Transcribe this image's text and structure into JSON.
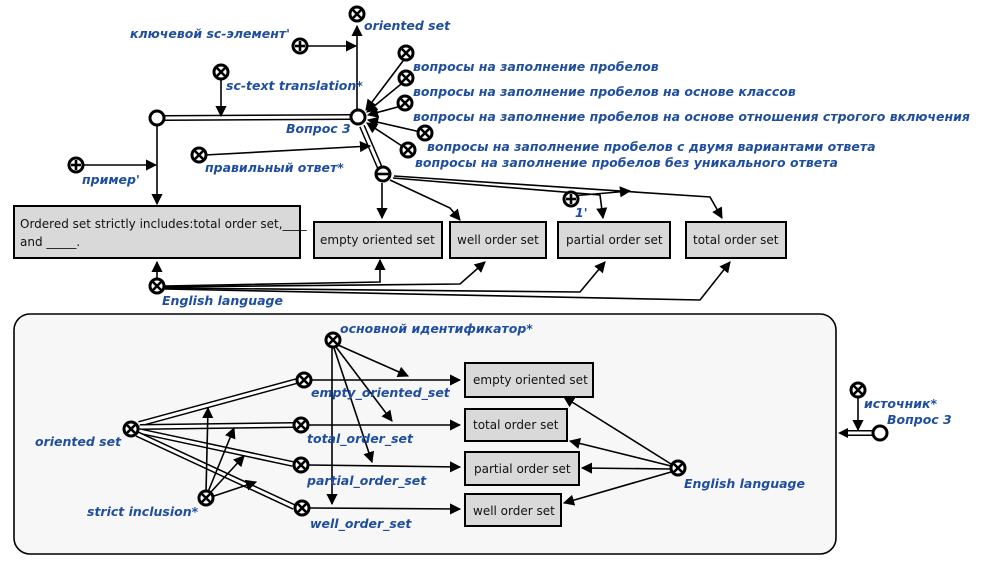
{
  "labels": {
    "key_sc_element": "ключевой sc-элемент'",
    "oriented_set_top": "oriented set",
    "sc_text_translation": "sc-text translation*",
    "q_fill_gaps": "вопросы на заполнение пробелов",
    "q_fill_gaps_classes": "вопросы на заполнение пробелов на основе классов",
    "q_fill_gaps_strict": "вопросы на заполнение пробелов на основе отношения строгого включения",
    "q_fill_gaps_two": "вопросы на заполнение пробелов с двумя вариантами ответа",
    "q_fill_gaps_nonunique": "вопросы на заполнение пробелов без уникального ответа",
    "question3": "Вопрос 3",
    "correct_answer": "правильный ответ*",
    "example": "пример'",
    "one": "1'",
    "english_top": "English language",
    "main_identifier": "основной идентификатор*",
    "oriented_set_left": "oriented set",
    "strict_inclusion": "strict inclusion*",
    "id_empty": "empty_oriented_set",
    "id_total": "total_order_set",
    "id_partial": "partial_order_set",
    "id_well": "well_order_set",
    "english_right": "English language",
    "source": "источник*",
    "question3_right": "Вопрос 3"
  },
  "boxes": {
    "question_text_line1": "Ordered set strictly includes:total order set,____",
    "question_text_line2": "and _____.",
    "empty_top": "empty oriented set",
    "well_top": "well order set",
    "partial_top": "partial order set",
    "total_top": "total order set",
    "empty_inner": "empty oriented set",
    "total_inner": "total order set",
    "partial_inner": "partial order set",
    "well_inner": "well order set"
  },
  "colors": {
    "label_blue": "#1f4e9e",
    "box_fill": "#d9d9d9",
    "contour_fill": "#f7f7f7"
  }
}
